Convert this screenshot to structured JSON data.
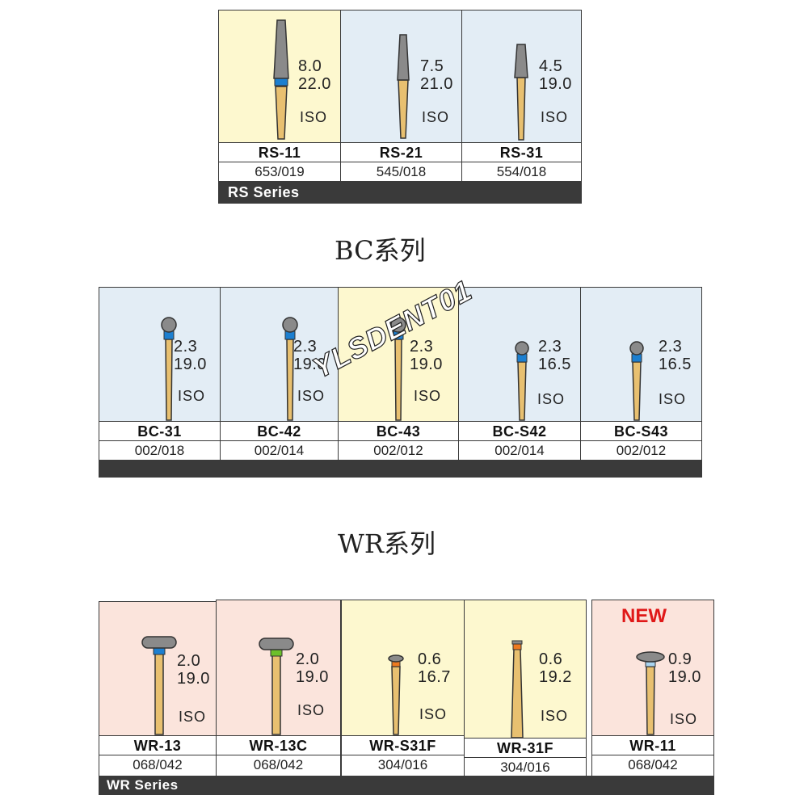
{
  "colors": {
    "yellow": "#fdf8cf",
    "blue": "#e3edf5",
    "pink": "#fbe4dc",
    "gold": "#e8c070",
    "blue_ring": "#1c7fd0",
    "green_ring": "#6cc02a",
    "orange_ring": "#ee7a20",
    "light_blue_ring": "#a8d4f0",
    "head": "#8a8a8a",
    "bar": "#3a3a3a",
    "new": "#e01818"
  },
  "rs": {
    "series_label": "RS Series",
    "items": [
      {
        "line1": "8.0",
        "line2": "22.0",
        "iso": "ISO",
        "code": "RS-11",
        "num": "653/019"
      },
      {
        "line1": "7.5",
        "line2": "21.0",
        "iso": "ISO",
        "code": "RS-21",
        "num": "545/018"
      },
      {
        "line1": "4.5",
        "line2": "19.0",
        "iso": "ISO",
        "code": "RS-31",
        "num": "554/018"
      }
    ]
  },
  "bc": {
    "title": "BC系列",
    "items": [
      {
        "line1": "2.3",
        "line2": "19.0",
        "iso": "ISO",
        "code": "BC-31",
        "num": "002/018"
      },
      {
        "line1": "2.3",
        "line2": "19.0",
        "iso": "ISO",
        "code": "BC-42",
        "num": "002/014"
      },
      {
        "line1": "2.3",
        "line2": "19.0",
        "iso": "ISO",
        "code": "BC-43",
        "num": "002/012"
      },
      {
        "line1": "2.3",
        "line2": "16.5",
        "iso": "ISO",
        "code": "BC-S42",
        "num": "002/014"
      },
      {
        "line1": "2.3",
        "line2": "16.5",
        "iso": "ISO",
        "code": "BC-S43",
        "num": "002/012"
      }
    ]
  },
  "wr": {
    "title": "WR系列",
    "series_label": "WR Series",
    "new_badge": "NEW",
    "items": [
      {
        "line1": "2.0",
        "line2": "19.0",
        "iso": "ISO",
        "code": "WR-13",
        "num": "068/042"
      },
      {
        "line1": "2.0",
        "line2": "19.0",
        "iso": "ISO",
        "code": "WR-13C",
        "num": "068/042"
      },
      {
        "line1": "0.6",
        "line2": "16.7",
        "iso": "ISO",
        "code": "WR-S31F",
        "num": "304/016"
      },
      {
        "line1": "0.6",
        "line2": "19.2",
        "iso": "ISO",
        "code": "WR-31F",
        "num": "304/016"
      },
      {
        "line1": "0.9",
        "line2": "19.0",
        "iso": "ISO",
        "code": "WR-11",
        "num": "068/042"
      }
    ]
  },
  "watermark": "YLSDENT01"
}
